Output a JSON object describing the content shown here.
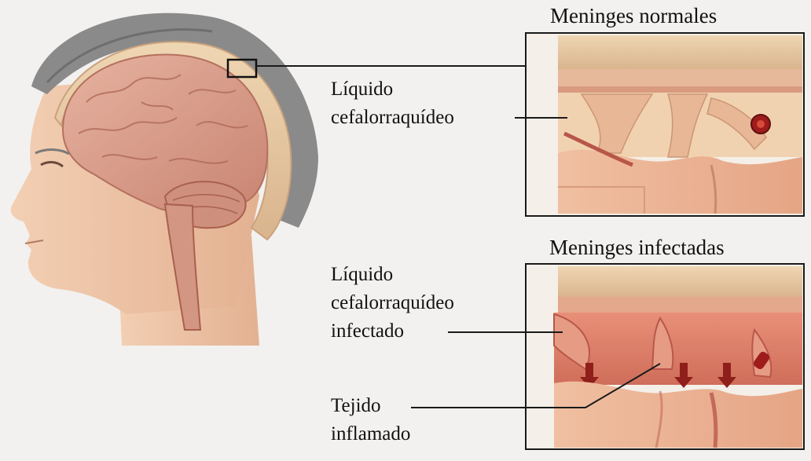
{
  "panels": {
    "normal_title": "Meninges normales",
    "infected_title": "Meninges infectadas"
  },
  "labels": {
    "csf_line1": "Líquido",
    "csf_line2": "cefalorraquídeo",
    "infected_csf_line1": "Líquido",
    "infected_csf_line2": "cefalorraquídeo",
    "infected_csf_line3": "infectado",
    "tissue_line1": "Tejido",
    "tissue_line2": "inflamado"
  },
  "colors": {
    "background": "#f2f1ef",
    "skin": "#eec6a8",
    "brain": "#d99e8c",
    "hair": "#8b8b8b",
    "tissue": "#e7b08e",
    "inflamed": "#d4735f",
    "vessel": "#9e1c1c",
    "lines": "#1a1a1a"
  }
}
